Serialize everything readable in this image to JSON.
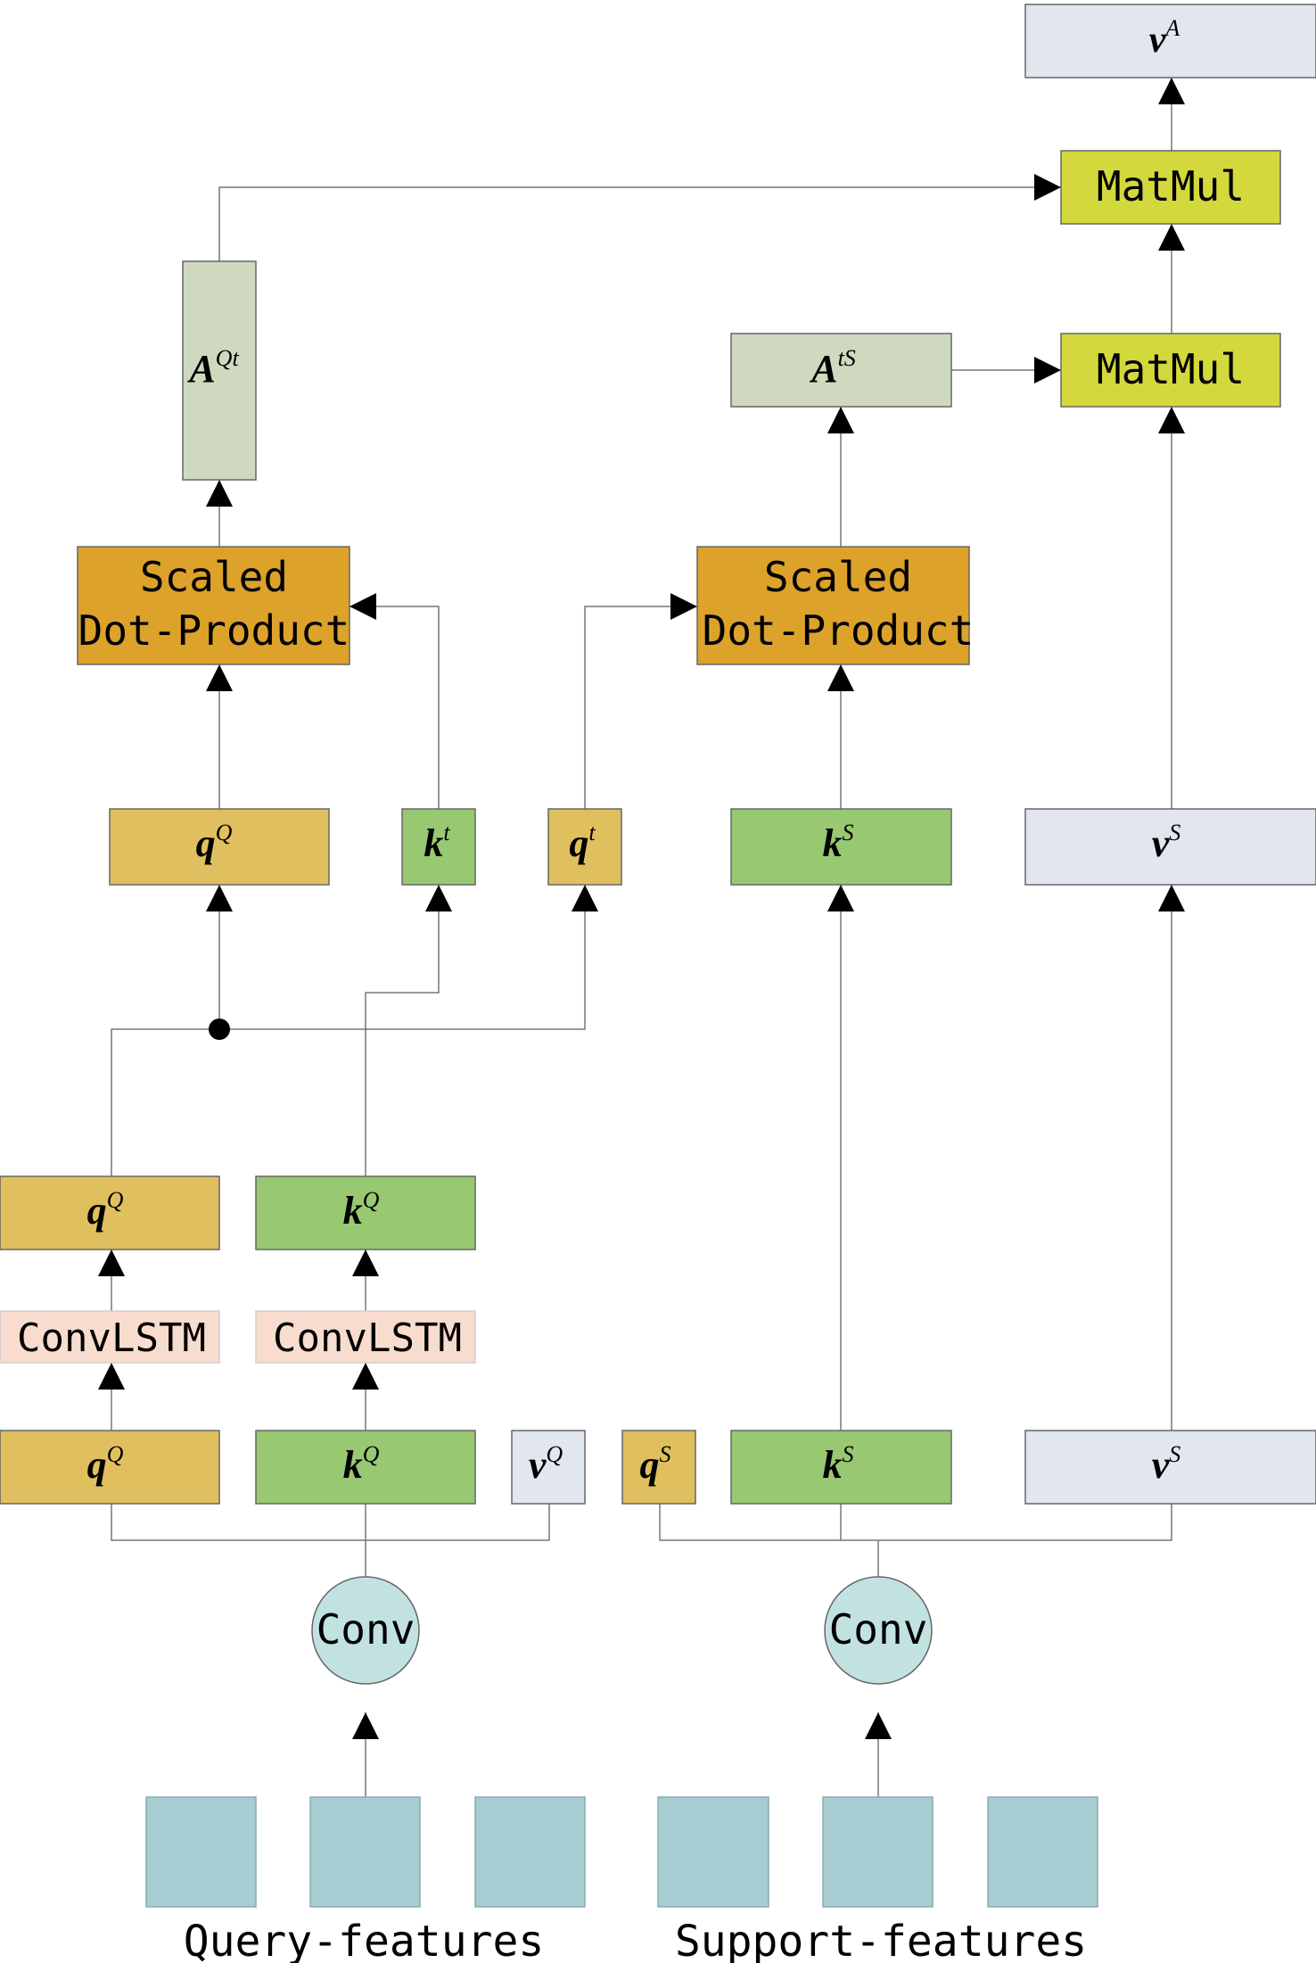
{
  "colors": {
    "q_fill": "#e0bf5e",
    "k_fill": "#98c872",
    "v_fill": "#e2e6ef",
    "a_fill": "#cfd9c0",
    "sdp_fill": "#dca22a",
    "matmul_fill": "#d3d93c",
    "convlstm_fill": "#f8dccd",
    "conv_fill": "#c2e2e2",
    "feature_fill": "#a7cdd3",
    "line": "#777777",
    "arrow": "#000000"
  },
  "nodes": {
    "vA": {
      "base": "v",
      "sup": "A"
    },
    "matmul_top": "MatMul",
    "matmul_mid": "MatMul",
    "AQt": {
      "base": "A",
      "sup": "Qt"
    },
    "AtS": {
      "base": "A",
      "sup": "tS"
    },
    "sdp_left": [
      "Scaled",
      "Dot-Product"
    ],
    "sdp_right": [
      "Scaled",
      "Dot-Product"
    ],
    "qQ_top": {
      "base": "q",
      "sup": "Q"
    },
    "kt": {
      "base": "k",
      "sup": "t"
    },
    "qt": {
      "base": "q",
      "sup": "t"
    },
    "kS_top": {
      "base": "k",
      "sup": "S"
    },
    "vS_top": {
      "base": "v",
      "sup": "S"
    },
    "qQ_mid": {
      "base": "q",
      "sup": "Q"
    },
    "kQ_mid": {
      "base": "k",
      "sup": "Q"
    },
    "convlstm_left": "ConvLSTM",
    "convlstm_right": "ConvLSTM",
    "qQ_bot": {
      "base": "q",
      "sup": "Q"
    },
    "kQ_bot": {
      "base": "k",
      "sup": "Q"
    },
    "vQ_bot": {
      "base": "v",
      "sup": "Q"
    },
    "qS_bot": {
      "base": "q",
      "sup": "S"
    },
    "kS_bot": {
      "base": "k",
      "sup": "S"
    },
    "vS_bot": {
      "base": "v",
      "sup": "S"
    },
    "conv_left": "Conv",
    "conv_right": "Conv"
  },
  "captions": {
    "query": "Query-features",
    "support": "Support-features"
  }
}
